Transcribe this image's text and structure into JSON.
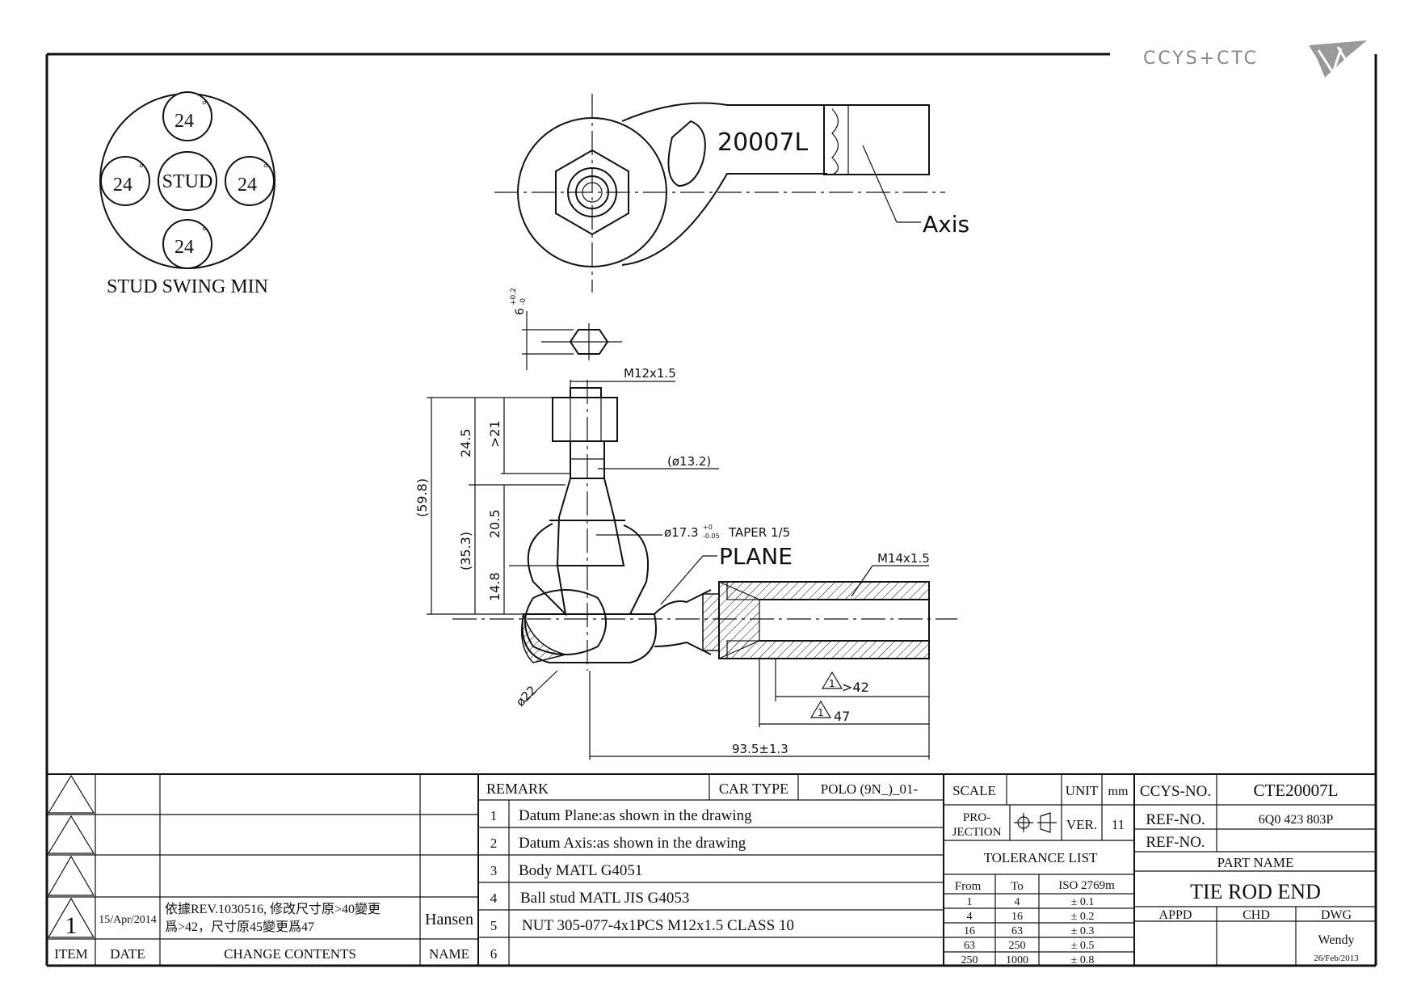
{
  "logo": {
    "text": "CCYS+CTC"
  },
  "swing": {
    "angle": "24",
    "deg": "°",
    "center": "STUD",
    "label": "STUD SWING MIN"
  },
  "top_view": {
    "part_mark": "20007L",
    "axis": "Axis"
  },
  "dims": {
    "hex": "6",
    "hex_tol_top": "+0.2",
    "hex_tol_bot": "-0",
    "thread": "M12x1.5",
    "d132": "(ø13.2)",
    "d598": "(59.8)",
    "d245": "24.5",
    "d21": ">21",
    "d353": "(35.3)",
    "d205": "20.5",
    "d148": "14.8",
    "taper": "ø17.3",
    "taper_tol_top": "+0",
    "taper_tol_bot": "-0.05",
    "taper_text": "TAPER 1/5",
    "plane": "PLANE",
    "m14": "M14x1.5",
    "d42": ">42",
    "d47": "47",
    "rev": "1",
    "d935": "93.5±1.3",
    "d22": "ø22"
  },
  "revisions": {
    "rows": [
      {
        "item": "",
        "date": "",
        "content": "",
        "name": ""
      },
      {
        "item": "",
        "date": "",
        "content": "",
        "name": ""
      },
      {
        "item": "",
        "date": "",
        "content": "",
        "name": ""
      },
      {
        "item": "1",
        "date": "15/Apr/2014",
        "content1": "依據REV.1030516, 修改尺寸原>40變更",
        "content2": "爲>42，尺寸原45變更爲47",
        "name": "Hansen"
      }
    ],
    "headers": {
      "item": "ITEM",
      "date": "DATE",
      "content": "CHANGE CONTENTS",
      "name": "NAME"
    }
  },
  "remark": {
    "title": "REMARK",
    "car_type_label": "CAR TYPE",
    "car_type": "POLO (9N_)_01-",
    "rows": [
      {
        "no": "1",
        "text": "Datum Plane:as shown in the drawing"
      },
      {
        "no": "2",
        "text": "Datum Axis:as shown in the drawing"
      },
      {
        "no": "3",
        "text": "Body MATL G4051"
      },
      {
        "no": "4",
        "text": "Ball stud MATL JIS G4053"
      },
      {
        "no": "5",
        "text": "NUT 305-077-4x1PCS M12x1.5 CLASS 10"
      },
      {
        "no": "6",
        "text": ""
      }
    ]
  },
  "spec": {
    "scale_label": "SCALE",
    "scale": "",
    "unit_label": "UNIT",
    "unit": "mm",
    "projection_1": "PRO-",
    "projection_2": "JECTION",
    "ver_label": "VER.",
    "ver": "11",
    "tolerance_title": "TOLERANCE LIST",
    "tol_headers": {
      "from": "From",
      "to": "To",
      "iso": "ISO 2769m"
    },
    "tolerances": [
      {
        "from": "1",
        "to": "4",
        "tol": "± 0.1"
      },
      {
        "from": "4",
        "to": "16",
        "tol": "± 0.2"
      },
      {
        "from": "16",
        "to": "63",
        "tol": "± 0.3"
      },
      {
        "from": "63",
        "to": "250",
        "tol": "± 0.5"
      },
      {
        "from": "250",
        "to": "1000",
        "tol": "± 0.8"
      }
    ]
  },
  "title_block": {
    "ccys_label": "CCYS-NO.",
    "ccys_no": "CTE20007L",
    "ref_label_1": "REF-NO.",
    "ref_no_1": "6Q0 423 803P",
    "ref_label_2": "REF-NO.",
    "ref_no_2": "",
    "part_name_label": "PART NAME",
    "part_name": "TIE ROD END",
    "appd": "APPD",
    "chd": "CHD",
    "dwg": "DWG",
    "drawn_by": "Wendy",
    "drawn_date": "26/Feb/2013"
  }
}
